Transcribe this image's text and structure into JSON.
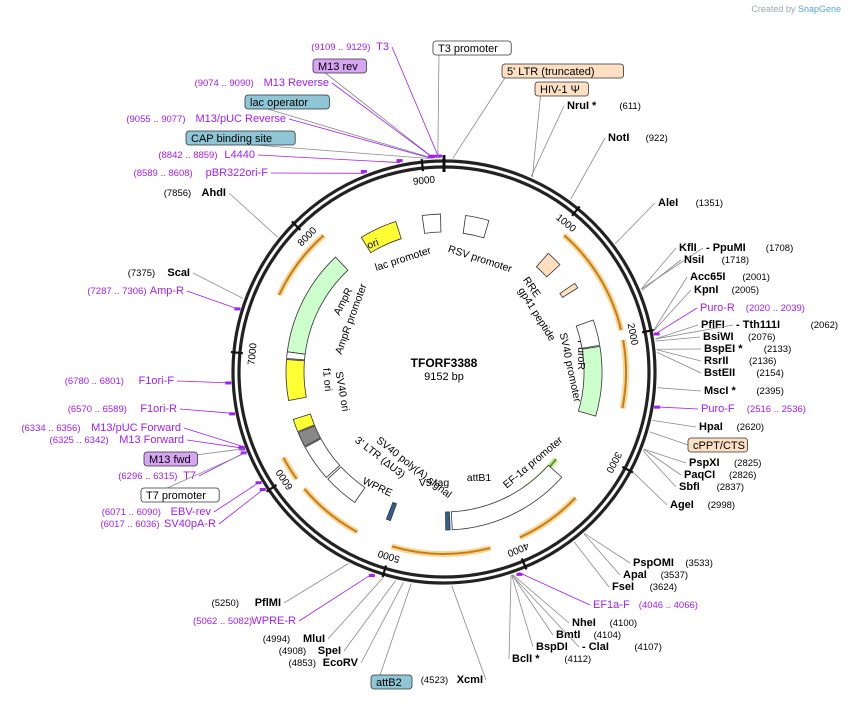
{
  "brand": {
    "created_by": "Created by",
    "app": "SnapGene"
  },
  "plasmid": {
    "name": "TFORF3388",
    "size": "9152 bp",
    "length": 9152
  },
  "ticks": [
    {
      "label": "1000",
      "pos": 1000
    },
    {
      "label": "2000",
      "pos": 2000
    },
    {
      "label": "3000",
      "pos": 3000
    },
    {
      "label": "4000",
      "pos": 4000
    },
    {
      "label": "5000",
      "pos": 5000
    },
    {
      "label": "6000",
      "pos": 6000
    },
    {
      "label": "7000",
      "pos": 7000
    },
    {
      "label": "8000",
      "pos": 8000
    },
    {
      "label": "9000",
      "pos": 9000
    }
  ],
  "colors": {
    "enzyme": "#000000",
    "primer": "#a020f0",
    "leader": "#808080",
    "backbone": "#222222",
    "orf": "#d08a1a"
  },
  "features_inner": [
    {
      "name": "ori",
      "color": "#ffff33",
      "shape": "arrow"
    },
    {
      "name": "AmpR",
      "color": "#ccffcc",
      "shape": "arrow"
    },
    {
      "name": "AmpR promoter",
      "color": "#ffffff",
      "shape": "box"
    },
    {
      "name": "f1 ori",
      "color": "#ffff33",
      "shape": "arrow"
    },
    {
      "name": "SV40 ori",
      "color": "#ffff33",
      "shape": "box"
    },
    {
      "name": "SV40 poly(A) signal",
      "color": "#888888",
      "shape": "box"
    },
    {
      "name": "3' LTR (ΔU3)",
      "color": "#ffffff",
      "shape": "box"
    },
    {
      "name": "WPRE",
      "color": "#ffffff",
      "shape": "box"
    },
    {
      "name": "V5 tag",
      "color": "#31608f",
      "shape": "box"
    },
    {
      "name": "attB1",
      "color": "#31608f",
      "shape": "box"
    },
    {
      "name": "EF-1α promoter",
      "color": "#ffffff",
      "shape": "arrow"
    },
    {
      "name": "PuroR",
      "color": "#ccffcc",
      "shape": "arrow"
    },
    {
      "name": "SV40 promoter",
      "color": "#ffffff",
      "shape": "arrow"
    },
    {
      "name": "RRE",
      "color": "#ffdfbf",
      "shape": "box"
    },
    {
      "name": "gp41 peptide",
      "color": "#ffdfbf",
      "shape": "box"
    },
    {
      "name": "RSV promoter",
      "color": "#ffffff",
      "shape": "arrow"
    },
    {
      "name": "lac promoter",
      "color": "#ffffff",
      "shape": "box"
    }
  ],
  "labels": [
    {
      "name": "T3",
      "range": "(9109 .. 9129)",
      "kind": "primer"
    },
    {
      "name": "T3 promoter",
      "kind": "box-white"
    },
    {
      "name": "M13 rev",
      "kind": "box-purple"
    },
    {
      "name": "5' LTR (truncated)",
      "kind": "box-peach"
    },
    {
      "name": "M13 Reverse",
      "range": "(9074 .. 9090)",
      "kind": "primer"
    },
    {
      "name": "HIV-1 Ψ",
      "kind": "box-peach"
    },
    {
      "name": "NruI *",
      "range": "(611)",
      "kind": "enzyme"
    },
    {
      "name": "lac operator",
      "kind": "box-blue"
    },
    {
      "name": "M13/pUC Reverse",
      "range": "(9055 .. 9077)",
      "kind": "primer"
    },
    {
      "name": "NotI",
      "range": "(922)",
      "kind": "enzyme"
    },
    {
      "name": "CAP binding site",
      "kind": "box-blue"
    },
    {
      "name": "L4440",
      "range": "(8842 .. 8859)",
      "kind": "primer"
    },
    {
      "name": "pBR322ori-F",
      "range": "(8589 .. 8608)",
      "kind": "primer"
    },
    {
      "name": "AleI",
      "range": "(1351)",
      "kind": "enzyme"
    },
    {
      "name": "AhdI",
      "range": "(7856)",
      "kind": "enzyme"
    },
    {
      "name": "KflI",
      "kind": "enzyme"
    },
    {
      "name": "- PpuMI",
      "range": "(1708)",
      "kind": "enzyme"
    },
    {
      "name": "NsiI",
      "range": "(1718)",
      "kind": "enzyme"
    },
    {
      "name": "ScaI",
      "range": "(7375)",
      "kind": "enzyme"
    },
    {
      "name": "Acc65I",
      "range": "(2001)",
      "kind": "enzyme"
    },
    {
      "name": "Amp-R",
      "range": "(7287 .. 7306)",
      "kind": "primer"
    },
    {
      "name": "KpnI",
      "range": "(2005)",
      "kind": "enzyme"
    },
    {
      "name": "Puro-R",
      "range": "(2020 .. 2039)",
      "kind": "primer"
    },
    {
      "name": "PflFI",
      "kind": "enzyme"
    },
    {
      "name": "- Tth111I",
      "range": "(2062)",
      "kind": "enzyme"
    },
    {
      "name": "BsiWI",
      "range": "(2076)",
      "kind": "enzyme"
    },
    {
      "name": "BspEI *",
      "range": "(2133)",
      "kind": "enzyme"
    },
    {
      "name": "RsrII",
      "range": "(2136)",
      "kind": "enzyme"
    },
    {
      "name": "BstEII",
      "range": "(2154)",
      "kind": "enzyme"
    },
    {
      "name": "F1ori-F",
      "range": "(6780 .. 6801)",
      "kind": "primer"
    },
    {
      "name": "MscI *",
      "range": "(2395)",
      "kind": "enzyme"
    },
    {
      "name": "Puro-F",
      "range": "(2516 .. 2536)",
      "kind": "primer"
    },
    {
      "name": "F1ori-R",
      "range": "(6570 .. 6589)",
      "kind": "primer"
    },
    {
      "name": "HpaI",
      "range": "(2620)",
      "kind": "enzyme"
    },
    {
      "name": "M13/pUC Forward",
      "range": "(6334 .. 6356)",
      "kind": "primer"
    },
    {
      "name": "cPPT/CTS",
      "kind": "box-peach"
    },
    {
      "name": "M13 Forward",
      "range": "(6325 .. 6342)",
      "kind": "primer"
    },
    {
      "name": "M13 fwd",
      "kind": "box-purple"
    },
    {
      "name": "PspXI",
      "range": "(2825)",
      "kind": "enzyme"
    },
    {
      "name": "PaqCI",
      "range": "(2826)",
      "kind": "enzyme"
    },
    {
      "name": "T7",
      "range": "(6296 .. 6315)",
      "kind": "primer"
    },
    {
      "name": "SbfI",
      "range": "(2837)",
      "kind": "enzyme"
    },
    {
      "name": "T7 promoter",
      "kind": "box-white"
    },
    {
      "name": "AgeI",
      "range": "(2998)",
      "kind": "enzyme"
    },
    {
      "name": "EBV-rev",
      "range": "(6071 .. 6090)",
      "kind": "primer"
    },
    {
      "name": "SV40pA-R",
      "range": "(6017 .. 6036)",
      "kind": "primer"
    },
    {
      "name": "PspOMI",
      "range": "(3533)",
      "kind": "enzyme"
    },
    {
      "name": "ApaI",
      "range": "(3537)",
      "kind": "enzyme"
    },
    {
      "name": "FseI",
      "range": "(3624)",
      "kind": "enzyme"
    },
    {
      "name": "EF1a-F",
      "range": "(4046 .. 4066)",
      "kind": "primer"
    },
    {
      "name": "PflMI",
      "range": "(5250)",
      "kind": "enzyme"
    },
    {
      "name": "NheI",
      "range": "(4100)",
      "kind": "enzyme"
    },
    {
      "name": "WPRE-R",
      "range": "(5062 .. 5082)",
      "kind": "primer"
    },
    {
      "name": "BmtI",
      "range": "(4104)",
      "kind": "enzyme"
    },
    {
      "name": "MluI",
      "range": "(4994)",
      "kind": "enzyme"
    },
    {
      "name": "BspDI",
      "kind": "enzyme"
    },
    {
      "name": "- ClaI",
      "range": "(4107)",
      "kind": "enzyme"
    },
    {
      "name": "SpeI",
      "range": "(4908)",
      "kind": "enzyme"
    },
    {
      "name": "BclI *",
      "range": "(4112)",
      "kind": "enzyme"
    },
    {
      "name": "EcoRV",
      "range": "(4853)",
      "kind": "enzyme"
    },
    {
      "name": "attB2",
      "kind": "box-blue"
    },
    {
      "name": "XcmI",
      "range": "(4523)",
      "kind": "enzyme"
    }
  ]
}
